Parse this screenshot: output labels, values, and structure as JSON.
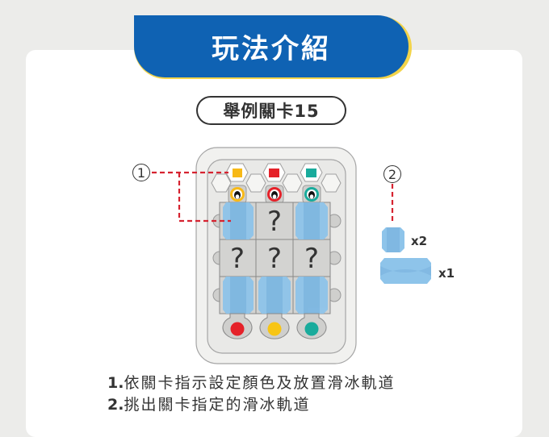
{
  "header": {
    "title": "玩法介紹"
  },
  "level": {
    "label": "舉例關卡15"
  },
  "callouts": {
    "one": "1",
    "two": "2"
  },
  "board": {
    "top_colors": [
      "#f7b917",
      "#e52129",
      "#19ab9c"
    ],
    "bottom_colors": [
      "#e52129",
      "#f7c515",
      "#19ab9c"
    ],
    "unknown_symbol": "?"
  },
  "pieces": {
    "small_count": "x2",
    "long_count": "x1"
  },
  "instructions": [
    {
      "num": "1.",
      "text": "依關卡指示設定顏色及放置滑冰軌道"
    },
    {
      "num": "2.",
      "text": "挑出關卡指定的滑冰軌道"
    }
  ],
  "colors": {
    "brand_blue": "#0f62b3",
    "accent_yellow": "#f3d44a",
    "dash_red": "#d62330",
    "track_blue": "#8ec4ea"
  }
}
